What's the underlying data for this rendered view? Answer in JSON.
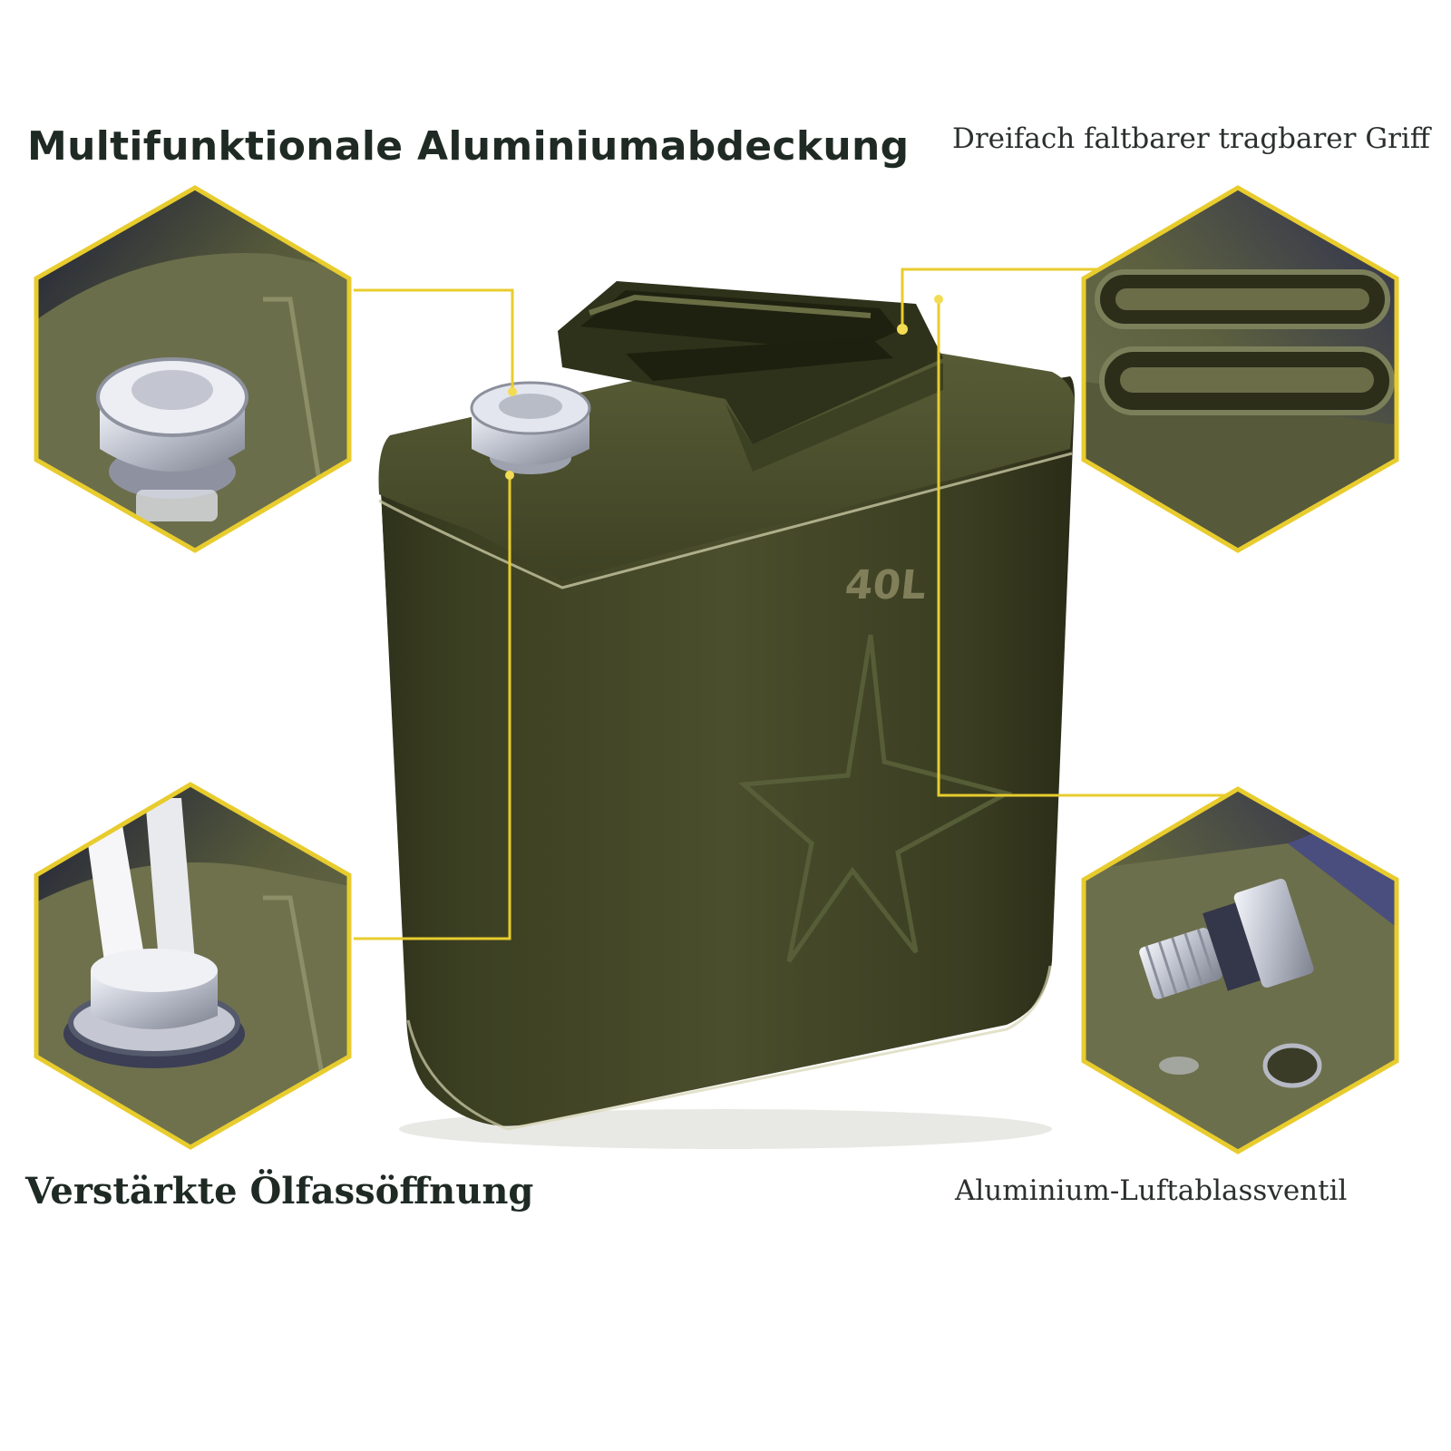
{
  "labels": {
    "cover": "Multifunktionale Aluminiumabdeckung",
    "handle": "Dreifach faltbarer tragbarer Griff",
    "opening": "Verstärkte Ölfassöffnung",
    "valve": "Aluminium-Luftablassventil"
  },
  "product": {
    "capacity_mark": "40L"
  },
  "colors": {
    "can_body": "#3f4325",
    "callout_line": "#e8cc2e",
    "hexagon_border": "#e8cc2e"
  }
}
